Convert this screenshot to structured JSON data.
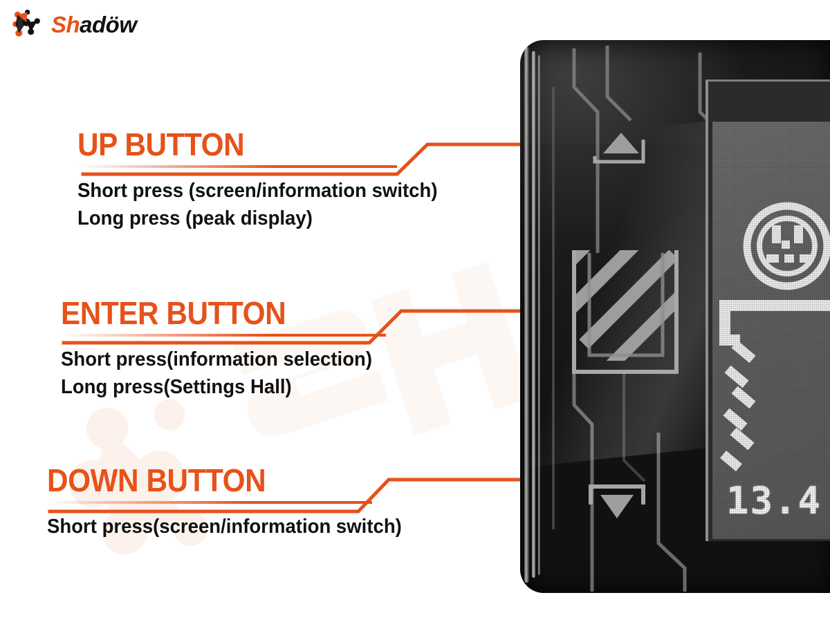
{
  "brand": {
    "name_orange": "Sh",
    "name_black": "adöw",
    "full_name": "Shadöw",
    "logo_icon": "molecule-icon",
    "accent_color": "#E6521A",
    "text_color": "#111111",
    "background_color": "#FFFFFF"
  },
  "watermark": {
    "mark_icon": "molecule-watermark-icon",
    "text": "SH",
    "color": "#F6D3C0"
  },
  "callouts": [
    {
      "id": "up",
      "title": "UP BUTTON",
      "lines": [
        "Short press (screen/information switch)",
        "Long press (peak display)"
      ],
      "target_icon": "up-triangle-button",
      "marker_label": "up-button-marker"
    },
    {
      "id": "enter",
      "title": "ENTER BUTTON",
      "lines": [
        "Short press(information selection)",
        "Long press(Settings Hall)"
      ],
      "target_icon": "enter-hatched-button",
      "marker_label": "enter-button-marker"
    },
    {
      "id": "down",
      "title": "DOWN BUTTON",
      "lines": [
        "Short press(screen/information switch)"
      ],
      "target_icon": "down-triangle-button",
      "marker_label": "down-button-marker"
    }
  ],
  "device": {
    "name": "digital-gauge-display",
    "body_color": "#151515",
    "screen": {
      "name": "lcd-screen",
      "reading": "13.4",
      "icons": [
        "gauge-circle-icon",
        "bracket-graphic",
        "diagonal-bar-graphic"
      ]
    },
    "buttons": [
      {
        "name": "up-button",
        "glyph": "▲"
      },
      {
        "name": "enter-button",
        "glyph": "hatched-square"
      },
      {
        "name": "down-button",
        "glyph": "▼"
      }
    ]
  }
}
